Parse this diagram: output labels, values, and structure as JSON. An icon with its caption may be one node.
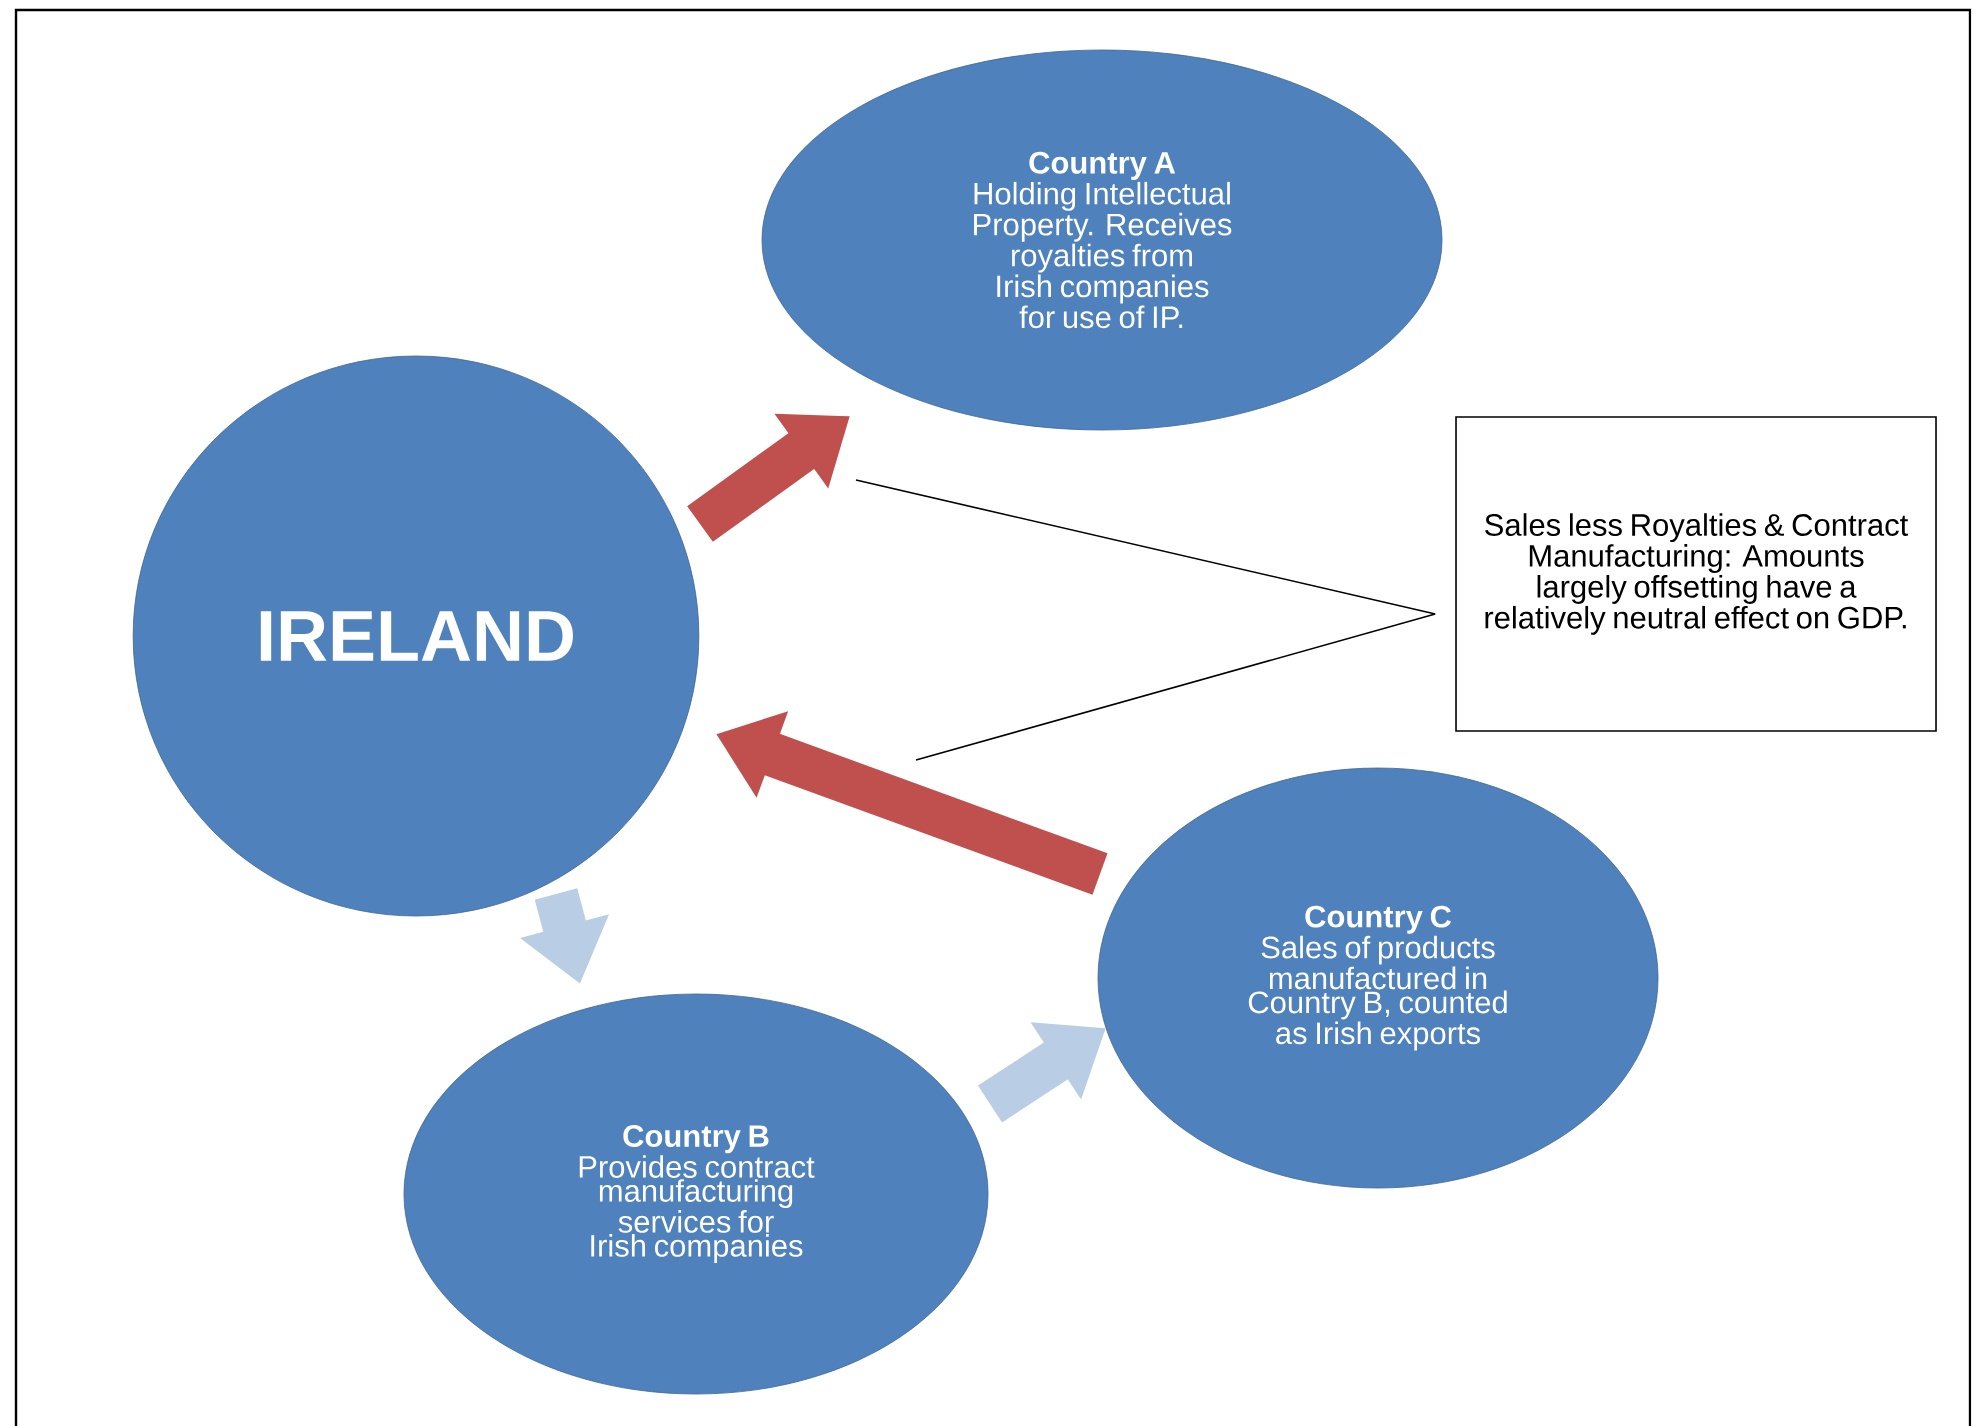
{
  "diagram": {
    "nodes": [
      {
        "text": [
          "IRELAND"
        ]
      },
      {
        "text": [
          "Country A",
          "Holding Intellectual Property. Receives royalties from Irish companies for use of IP."
        ]
      },
      {
        "text": [
          "Country B",
          "Provides contract manufacturing services for Irish companies"
        ]
      },
      {
        "text": [
          "Country C",
          "Sales of products manufactured in Country B, counted as Irish exports"
        ]
      },
      {
        "text": [
          "Sales less Royalties & Contract Manufacturing: Amounts largely offsetting have a relatively neutral effect on GDP."
        ]
      }
    ],
    "edges": [
      {
        "from": 0,
        "to": 1,
        "arrow": "to",
        "color": "#c0504d"
      },
      {
        "from": 3,
        "to": 0,
        "arrow": "to",
        "color": "#c0504d"
      },
      {
        "from": 0,
        "to": 2,
        "arrow": "to",
        "color": "#b9cde5"
      },
      {
        "from": 2,
        "to": 3,
        "arrow": "to",
        "color": "#b9cde5"
      },
      {
        "from": 4,
        "to": null,
        "arrow": "none",
        "color": "#000000"
      },
      {
        "from": 4,
        "to": null,
        "arrow": "none",
        "color": "#000000"
      }
    ]
  }
}
